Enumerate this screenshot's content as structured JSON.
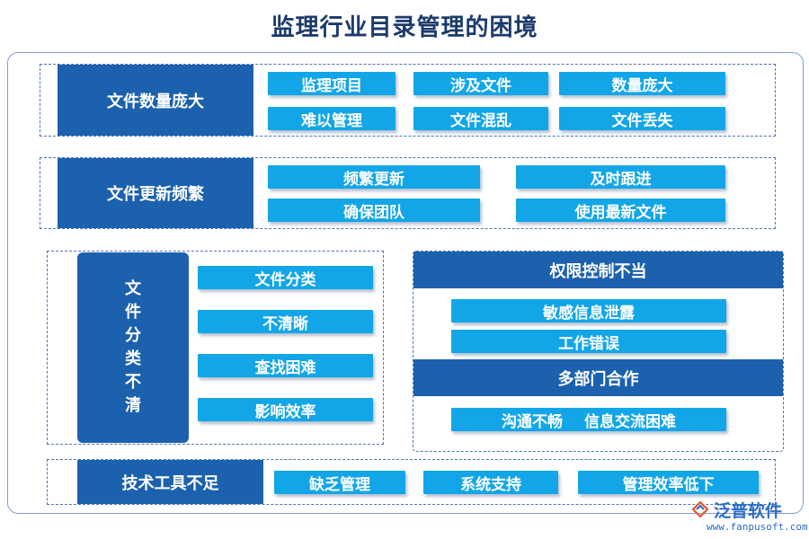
{
  "title": "监理行业目录管理的困境",
  "colors": {
    "header_blue": "#1c61ad",
    "pill_blue": "#12a6e8",
    "dash_border": "#4a74b8",
    "title_text": "#1b3a6b"
  },
  "sections": {
    "s1": {
      "heading": "文件数量庞大",
      "items": [
        "监理项目",
        "涉及文件",
        "数量庞大",
        "难以管理",
        "文件混乱",
        "文件丢失"
      ]
    },
    "s2": {
      "heading": "文件更新频繁",
      "items": [
        "频繁更新",
        "及时跟进",
        "确保团队",
        "使用最新文件"
      ]
    },
    "s3": {
      "heading_chars": [
        "文",
        "件",
        "分",
        "类",
        "不",
        "清"
      ],
      "items": [
        "文件分类",
        "不清晰",
        "查找困难",
        "影响效率"
      ]
    },
    "s4": {
      "heading": "权限控制不当",
      "items": [
        "敏感信息泄露",
        "工作错误"
      ],
      "heading2": "多部门合作",
      "bottom_left": "沟通不畅",
      "bottom_right": "信息交流困难"
    },
    "s5": {
      "heading": "技术工具不足",
      "items": [
        "缺乏管理",
        "系统支持",
        "管理效率低下"
      ]
    }
  },
  "logo": {
    "icon": "fanpu-logo-icon",
    "name": "泛普软件",
    "url": "www.fanpusoft.com"
  }
}
